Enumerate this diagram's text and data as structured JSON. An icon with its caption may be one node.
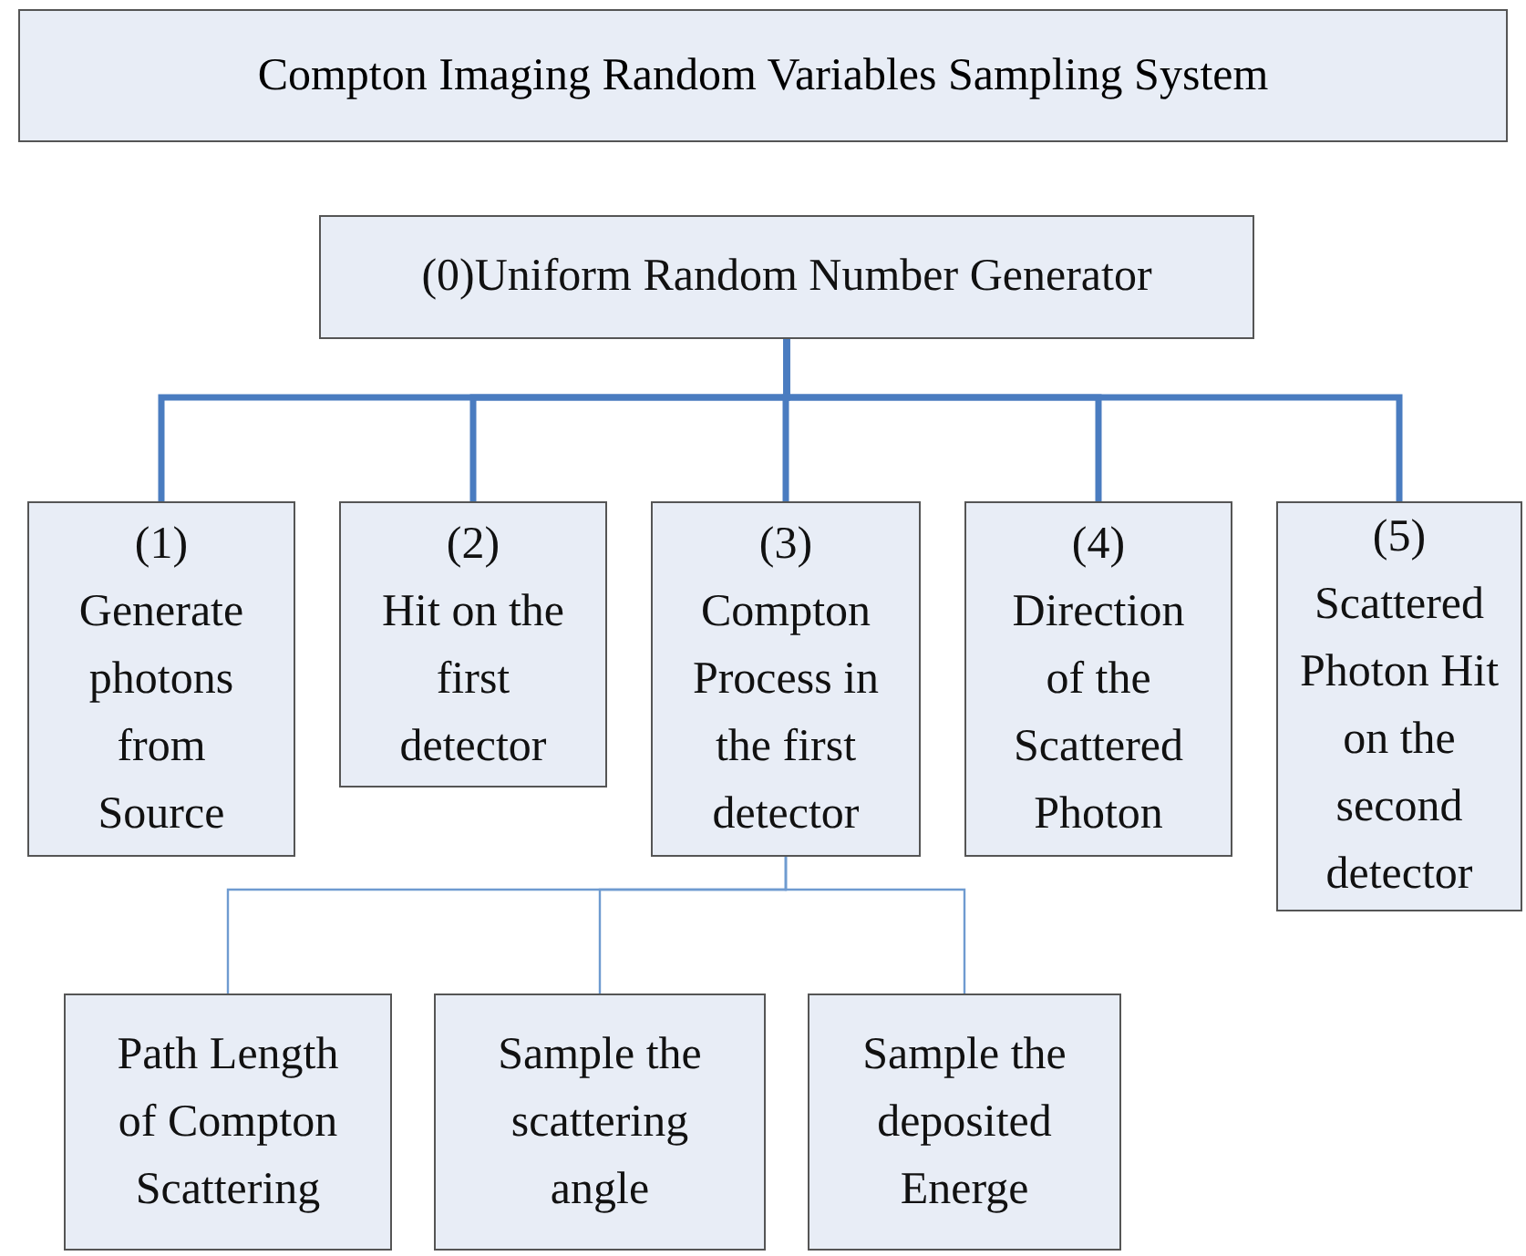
{
  "diagram": {
    "title": "Compton Imaging Random Variables Sampling System",
    "nodes": [
      {
        "text": [
          "(0)Uniform Random Number Generator"
        ]
      },
      {
        "text": [
          "(1)",
          "Generate photons from Source"
        ]
      },
      {
        "text": [
          "(2)",
          "Hit on the first detector"
        ]
      },
      {
        "text": [
          "(3)",
          "Compton Process in the first detector"
        ]
      },
      {
        "text": [
          "(4)",
          "Direction of the Scattered Photon"
        ]
      },
      {
        "text": [
          "(5)",
          "Scattered Photon Hit on the second detector"
        ]
      },
      {
        "text": [
          "Path Length of Compton Scattering"
        ]
      },
      {
        "text": [
          "Sample the scattering angle"
        ]
      },
      {
        "text": [
          "Sample the deposited Energe"
        ]
      }
    ],
    "edges": [
      {
        "from": 0,
        "to": 1,
        "arrow": "none"
      },
      {
        "from": 0,
        "to": 2,
        "arrow": "none"
      },
      {
        "from": 0,
        "to": 3,
        "arrow": "none"
      },
      {
        "from": 0,
        "to": 4,
        "arrow": "none"
      },
      {
        "from": 0,
        "to": 5,
        "arrow": "none"
      },
      {
        "from": 3,
        "to": 6,
        "arrow": "none",
        "color": "#6f9bd0"
      },
      {
        "from": 3,
        "to": 7,
        "arrow": "none",
        "color": "#6f9bd0"
      },
      {
        "from": 3,
        "to": 8,
        "arrow": "none",
        "color": "#6f9bd0"
      }
    ]
  }
}
